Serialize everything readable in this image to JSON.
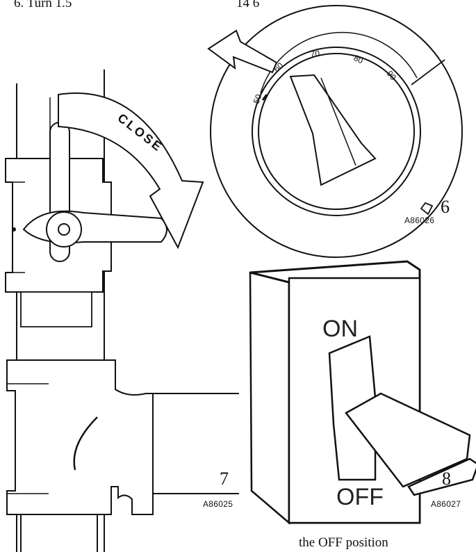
{
  "top_text": {
    "left": "6. Turn 1.5",
    "right": "14 6"
  },
  "bottom_text": "the OFF position",
  "figures": [
    {
      "number": "6",
      "code": "A86026",
      "dial_ticks": [
        "50",
        "60",
        "70",
        "80",
        "90"
      ]
    },
    {
      "number": "7",
      "code": "A86025",
      "arrow_label": "CLOSE"
    },
    {
      "number": "8",
      "code": "A86027",
      "switch_on": "ON",
      "switch_off": "OFF"
    }
  ]
}
